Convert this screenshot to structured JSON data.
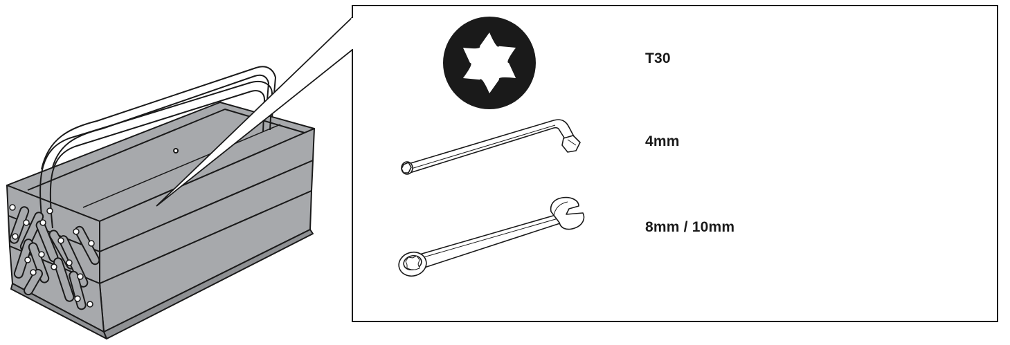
{
  "tools": [
    {
      "label": "T30",
      "icon": "torx-bit-icon"
    },
    {
      "label": "4mm",
      "icon": "hex-key-icon"
    },
    {
      "label": "8mm / 10mm",
      "icon": "combination-wrench-icon"
    }
  ],
  "colors": {
    "toolbox_fill": "#a7a9ac",
    "outline": "#1a1a1a",
    "torx_fill": "#1a1a1a",
    "tool_fill": "#ffffff"
  }
}
